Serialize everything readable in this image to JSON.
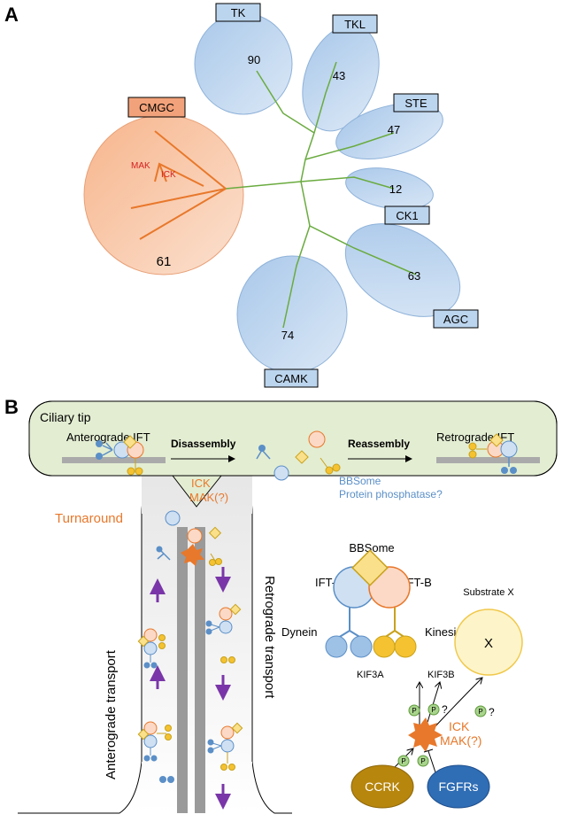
{
  "panel_a": {
    "label": "A",
    "center_label_color": "#d97b29",
    "families": [
      {
        "name": "TK",
        "count": "90"
      },
      {
        "name": "TKL",
        "count": "43"
      },
      {
        "name": "STE",
        "count": "47"
      },
      {
        "name": "CK1",
        "count": "12"
      },
      {
        "name": "AGC",
        "count": "63"
      },
      {
        "name": "CAMK",
        "count": "74"
      },
      {
        "name": "CMGC",
        "count": "61"
      }
    ],
    "highlight_labels": {
      "mak": "MAK",
      "ick": "ICK"
    }
  },
  "panel_b": {
    "label": "B",
    "tip_title": "Ciliary tip",
    "anterograde_ift": "Anterograde IFT",
    "retrograde_ift": "Retrograde IFT",
    "disassembly": "Disassembly",
    "reassembly": "Reassembly",
    "ick": "ICK",
    "mak_q": "MAK(?)",
    "bbsome_line": "BBSome",
    "phosphatase_line": "Protein phosphatase?",
    "turnaround": "Turnaround",
    "anterograde_transport": "Anterograde transport",
    "retrograde_transport": "Retrograde transport",
    "bbsome": "BBSome",
    "ift_a": "IFT-A",
    "ift_b": "IFT-B",
    "dynein": "Dynein",
    "kinesin": "Kinesin",
    "kif3a": "KIF3A",
    "kif3b": "KIF3B",
    "substrate": "Substrate X",
    "x": "X",
    "p": "P",
    "q": "?",
    "ccrk": "CCRK",
    "fgfrs": "FGFRs"
  },
  "colors": {
    "blue_fill": "#bcd5ee",
    "blue_stroke": "#5b8fc7",
    "orange": "#e8782b",
    "cmgc_fill": "#f7c7a7",
    "green_box": "#e3edd2",
    "yellow": "#f5c231",
    "purple": "#7a36a8",
    "ccrk": "#b7860d",
    "fgfr": "#2f6db5"
  }
}
